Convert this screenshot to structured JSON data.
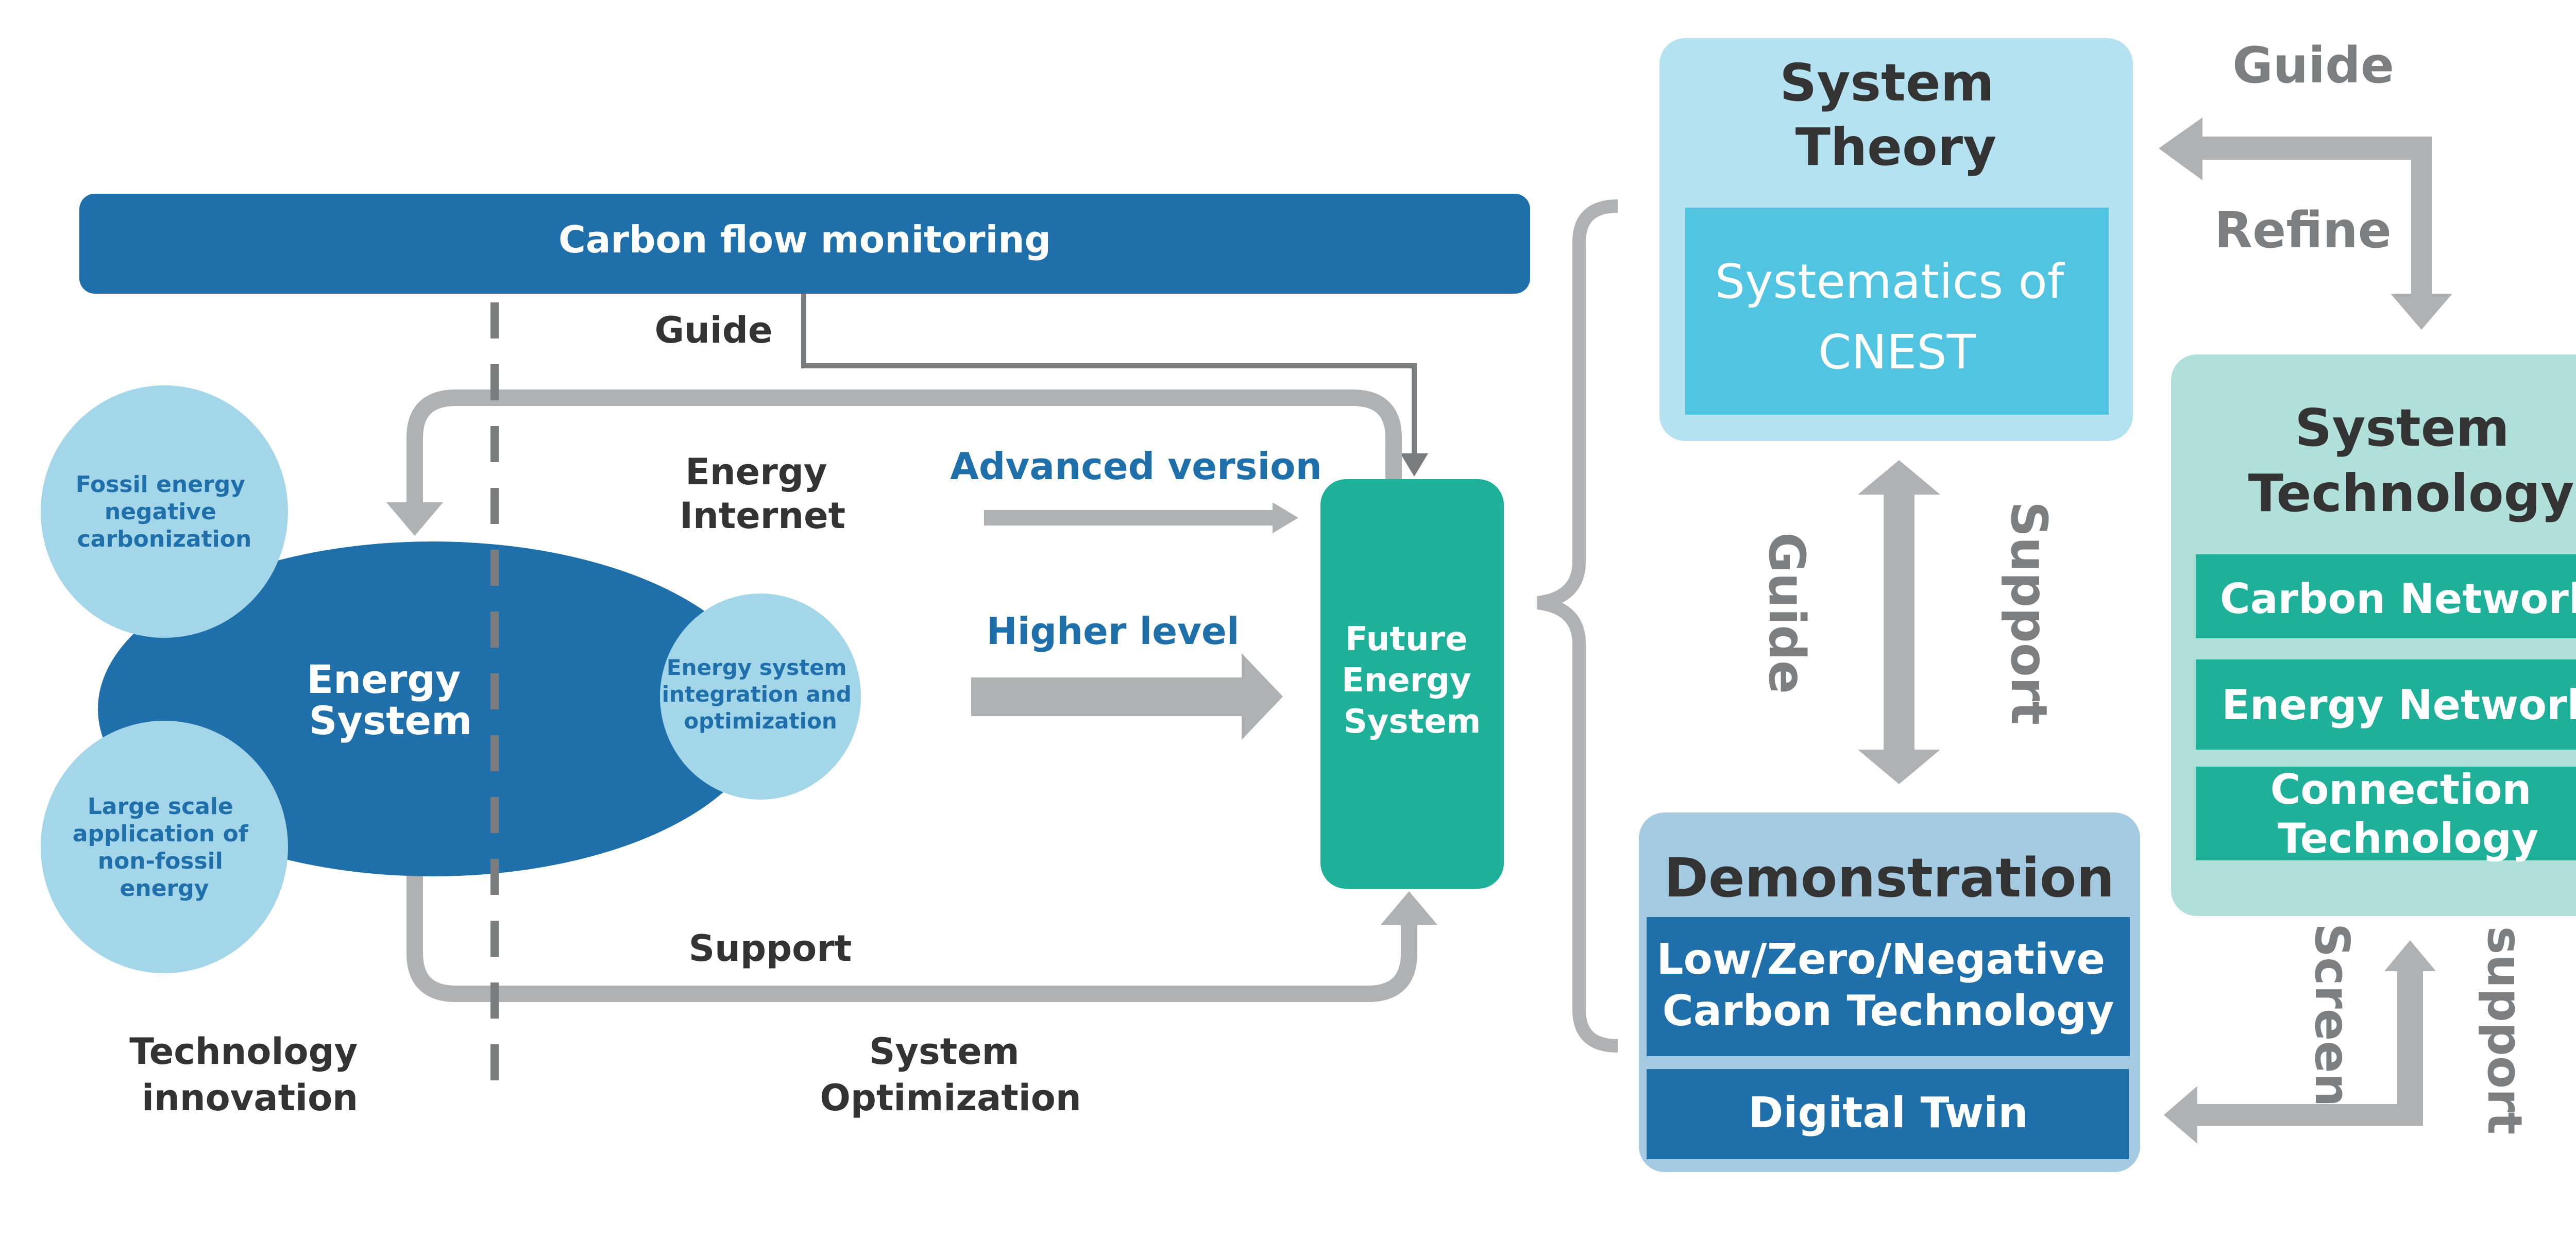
{
  "colors": {
    "dark_blue": "#1f6fab",
    "light_blue_circle": "#a2d6e8",
    "teal": "#1fb09a",
    "theory_panel": "#b5e2f1",
    "cnest_box": "#50c4e0",
    "tech_panel": "#b1dfda",
    "demo_panel": "#a5cbe3",
    "arrow_gray": "#b0b1b3",
    "guide_line_gray": "#7a7b7d",
    "label_dark": "#333333",
    "label_gray": "#7d7e80",
    "label_blue": "#1f6fab"
  },
  "left": {
    "monitoring_bar": "Carbon flow monitoring",
    "guide_label": "Guide",
    "energy_system": [
      "Energy",
      "System"
    ],
    "fossil_circle": [
      "Fossil energy",
      "negative",
      "carbonization"
    ],
    "nonfossil_circle": [
      "Large scale",
      "application of",
      "non-fossil",
      "energy"
    ],
    "integration_circle": [
      "Energy system",
      "integration and",
      "optimization"
    ],
    "energy_internet": [
      "Energy",
      "Internet"
    ],
    "advanced_version": "Advanced version",
    "higher_level": "Higher level",
    "future_energy_system": [
      "Future",
      "Energy",
      "System"
    ],
    "support_label": "Support",
    "technology_innovation": [
      "Technology",
      "innovation"
    ],
    "system_optimization": [
      "System",
      "Optimization"
    ]
  },
  "right": {
    "system_theory": {
      "title": [
        "System",
        "Theory"
      ],
      "inner": [
        "Systematics of",
        "CNEST"
      ]
    },
    "guide_top": "Guide",
    "refine": "Refine",
    "system_technology": {
      "title": [
        "System",
        "Technology"
      ],
      "items": [
        [
          "Carbon Network"
        ],
        [
          "Energy Network"
        ],
        [
          "Connection",
          "Technology"
        ]
      ]
    },
    "guide_vertical": "Guide",
    "support_vertical": "Support",
    "demonstration": {
      "title": "Demonstration",
      "items": [
        [
          "Low/Zero/Negative",
          "Carbon Technology"
        ],
        [
          "Digital Twin"
        ]
      ]
    },
    "screen": "Screen",
    "support_lower": "support"
  }
}
